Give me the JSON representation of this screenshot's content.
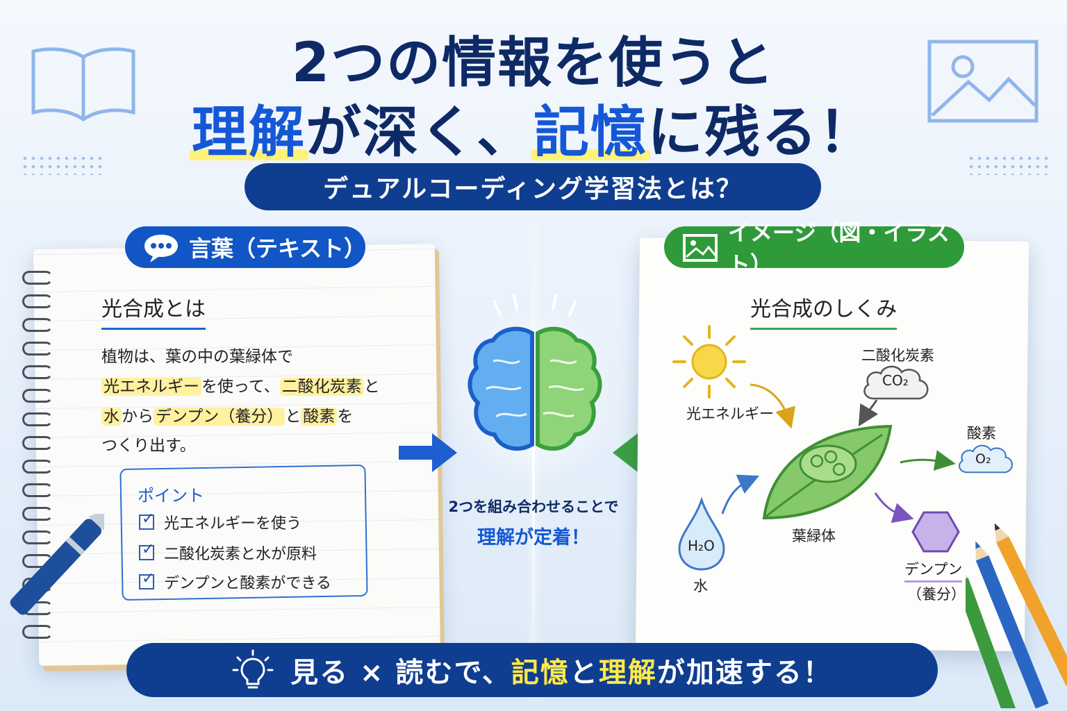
{
  "title": {
    "line1": "2つの情報を使うと",
    "line2_hl1": "理解",
    "line2_mid1": "が深く、",
    "line2_hl2": "記憶",
    "line2_end": "に残る！"
  },
  "subtitle": "デュアルコーディング学習法とは？",
  "left_panel": {
    "badge": "言葉（テキスト）",
    "heading": "光合成とは",
    "lines": [
      {
        "parts": [
          "植物は、葉の中の葉緑体で"
        ]
      },
      {
        "hl1": "光エネルギー",
        "mid": "を使って、",
        "hl2": "二酸化炭素",
        "end": "と"
      },
      {
        "hl1": "水",
        "mid": "から",
        "hl2": "デンプン（養分）",
        "mid2": "と",
        "hl3": "酸素",
        "end": "を"
      },
      {
        "parts": [
          "つくり出す。"
        ]
      }
    ],
    "point_title": "ポイント",
    "points": [
      "光エネルギーを使う",
      "二酸化炭素と水が原料",
      "デンプンと酸素ができる"
    ]
  },
  "right_panel": {
    "badge": "イメージ（図・イラスト）",
    "heading": "光合成のしくみ",
    "labels": {
      "light": "光エネルギー",
      "co2_name": "二酸化炭素",
      "co2_formula": "CO₂",
      "oxygen_name": "酸素",
      "o2_formula": "O₂",
      "chloroplast": "葉緑体",
      "water_formula": "H₂O",
      "water_name": "水",
      "starch_name": "デンプン",
      "starch_sub": "（養分）"
    }
  },
  "center": {
    "caption1": "2つを組み合わせることで",
    "caption2": "理解が定着！"
  },
  "bottom": {
    "part1": "見る × 読むで、",
    "hl1": "記憶",
    "mid": "と",
    "hl2": "理解",
    "end": "が加速する！"
  },
  "colors": {
    "navy": "#0f3d8f",
    "blue_accent": "#1558d6",
    "green_accent": "#2f9a3a",
    "highlight_yellow": "#fff27a"
  },
  "icons": [
    "book-icon",
    "image-icon",
    "chat-icon",
    "picture-icon",
    "brain-icon",
    "lightbulb-icon",
    "sun-icon",
    "leaf-icon",
    "water-drop-icon",
    "cloud-icon",
    "hexagon-icon",
    "pen-icon",
    "pencil-icon"
  ]
}
